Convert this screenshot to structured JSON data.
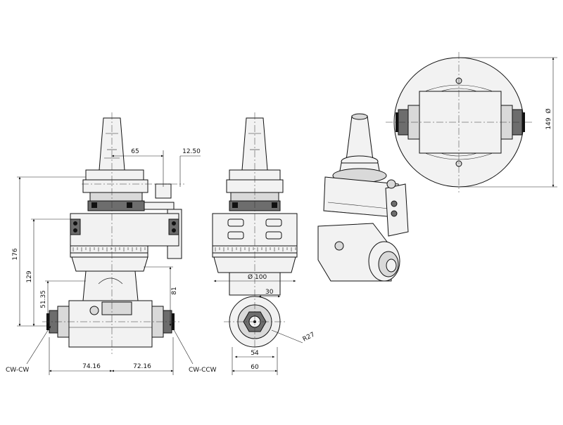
{
  "dimensions": {
    "d65": "65",
    "d12_50": "12.50",
    "d176": "176",
    "d129": "129",
    "d51_35": "51.35",
    "d74_16": "74.16",
    "d72_16": "72.16",
    "d81": "81",
    "d100": "100",
    "d30": "30",
    "d54": "54",
    "d60": "60",
    "dR27": "R27",
    "d149": "149"
  },
  "rotation_labels": {
    "left": "CW-CW",
    "right": "CW-CCW"
  },
  "diameter_symbol": "Ø"
}
